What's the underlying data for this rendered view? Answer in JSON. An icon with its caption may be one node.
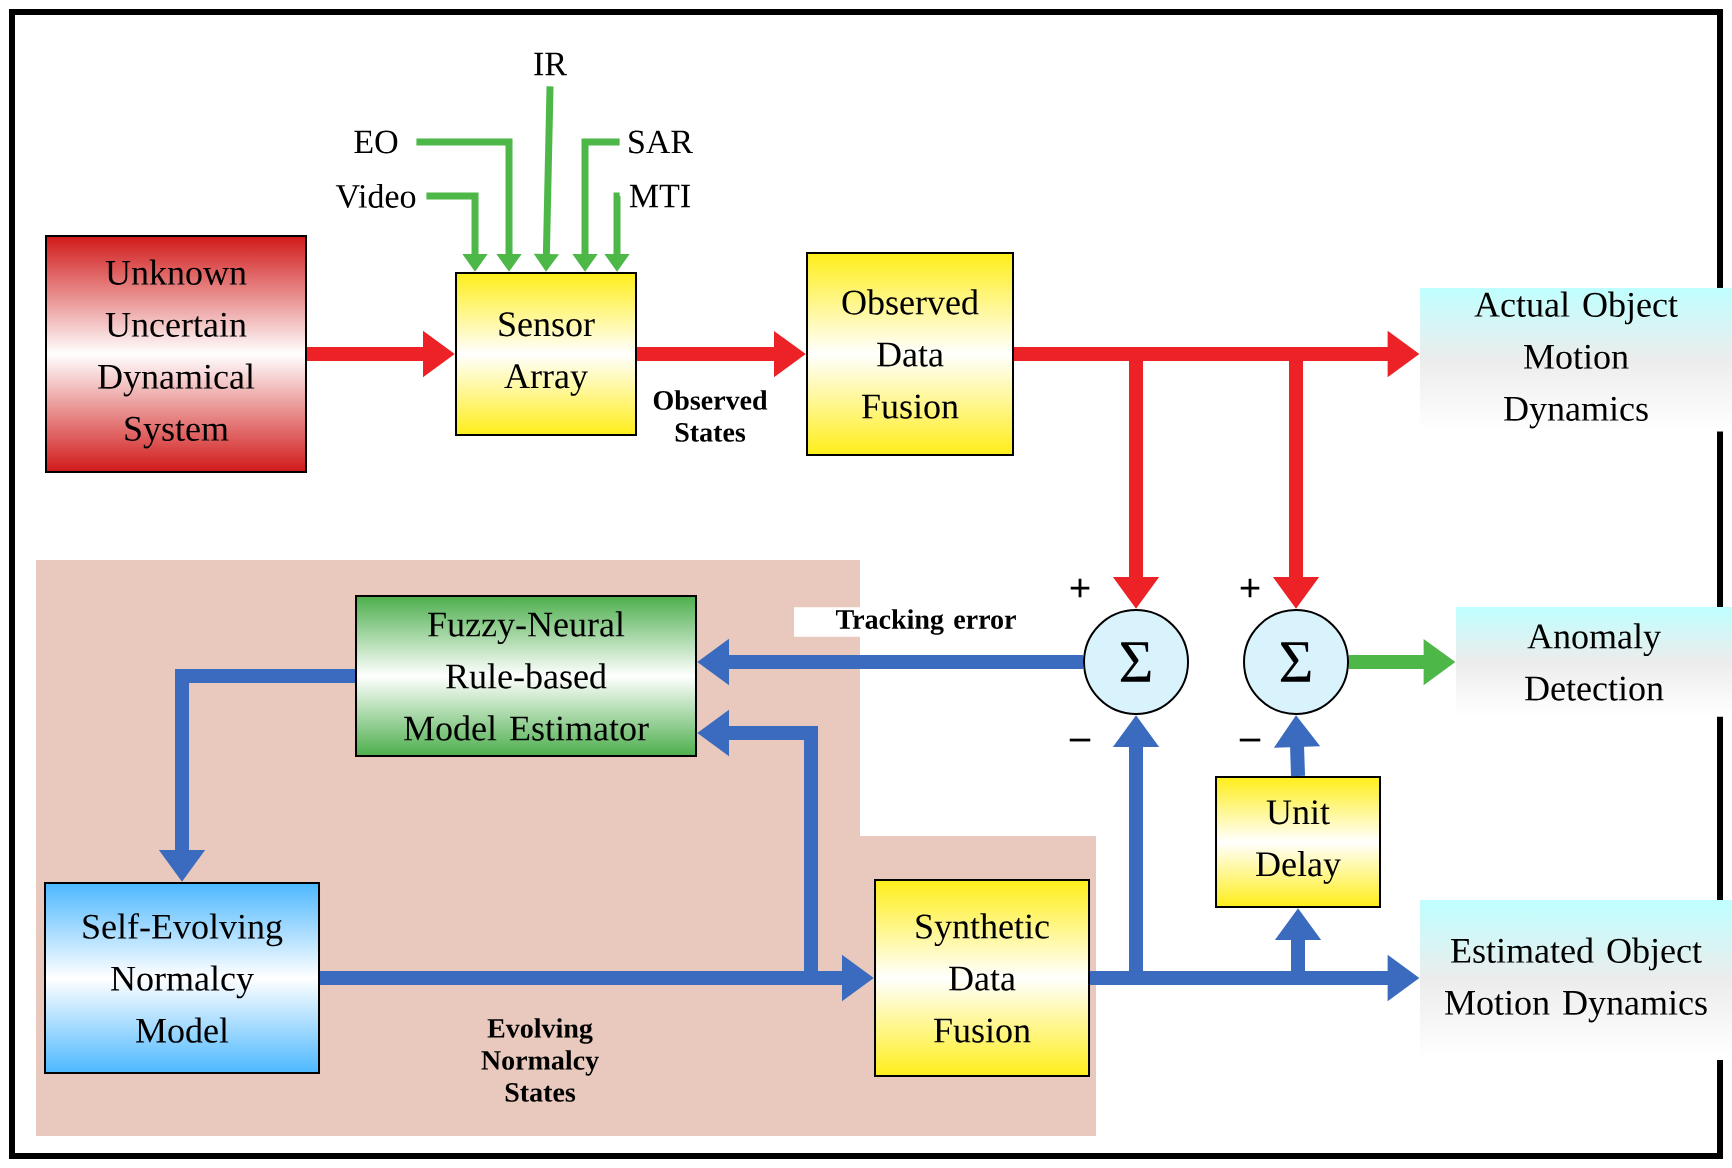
{
  "diagram": {
    "nodes": [
      {
        "text": [
          "EO"
        ]
      },
      {
        "text": [
          "Video"
        ]
      },
      {
        "text": [
          "IR"
        ]
      },
      {
        "text": [
          "SAR"
        ]
      },
      {
        "text": [
          "MTI"
        ]
      },
      {
        "text": [
          "Unknown Uncertain Dynamical System"
        ]
      },
      {
        "text": [
          "Sensor Array"
        ]
      },
      {
        "text": [
          "Observed Data Fusion"
        ]
      },
      {
        "text": [
          "Actual Object Motion Dynamics"
        ]
      },
      {
        "text": [
          "Σ"
        ]
      },
      {
        "text": [
          "Σ"
        ]
      },
      {
        "text": [
          "Anomaly Detection"
        ]
      },
      {
        "text": [
          "Fuzzy-Neural Rule-based Model Estimator"
        ]
      },
      {
        "text": [
          "Self-Evolving Normalcy Model"
        ]
      },
      {
        "text": [
          "Unit Delay"
        ]
      },
      {
        "text": [
          "Synthetic Data Fusion"
        ]
      },
      {
        "text": [
          "Estimated Object Motion Dynamics"
        ]
      }
    ],
    "edges": [
      {
        "from": 0,
        "to": 6,
        "arrow": "to",
        "color": "#4db848"
      },
      {
        "from": 1,
        "to": 6,
        "arrow": "to",
        "color": "#4db848"
      },
      {
        "from": 2,
        "to": 6,
        "arrow": "to",
        "color": "#4db848"
      },
      {
        "from": 3,
        "to": 6,
        "arrow": "to",
        "color": "#4db848"
      },
      {
        "from": 4,
        "to": 6,
        "arrow": "to",
        "color": "#4db848"
      },
      {
        "from": 5,
        "to": 6,
        "arrow": "to",
        "color": "#ec2227"
      },
      {
        "from": 6,
        "to": 7,
        "arrow": "to",
        "label": "Observed States",
        "color": "#ec2227"
      },
      {
        "from": 7,
        "to": 8,
        "arrow": "to",
        "color": "#ec2227"
      },
      {
        "from": 7,
        "to": 9,
        "arrow": "to",
        "color": "#ec2227"
      },
      {
        "from": 7,
        "to": 10,
        "arrow": "to",
        "color": "#ec2227"
      },
      {
        "from": 9,
        "to": 12,
        "arrow": "to",
        "label": "Tracking error"
      },
      {
        "from": 12,
        "to": 13,
        "arrow": "to"
      },
      {
        "from": 13,
        "to": 15,
        "arrow": "to",
        "label": "Evolving Normalcy States"
      },
      {
        "from": 13,
        "to": 12,
        "arrow": "to"
      },
      {
        "from": 15,
        "to": 9,
        "arrow": "to"
      },
      {
        "from": 15,
        "to": 14,
        "arrow": "to"
      },
      {
        "from": 15,
        "to": 16,
        "arrow": "to"
      },
      {
        "from": 14,
        "to": 10,
        "arrow": "to"
      },
      {
        "from": 10,
        "to": 11,
        "arrow": "to",
        "color": "#4db848"
      }
    ],
    "labels": [
      "+",
      "–",
      "+",
      "–"
    ]
  }
}
